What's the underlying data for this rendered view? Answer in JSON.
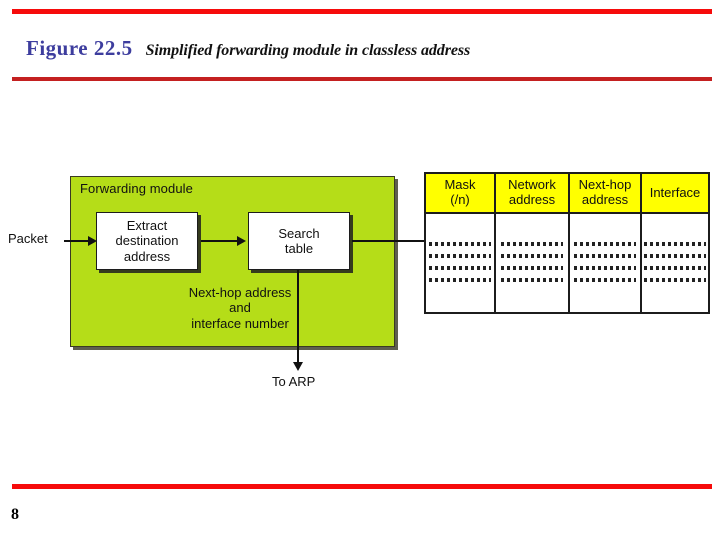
{
  "slide": {
    "page_number": "8",
    "title": {
      "figure_label": "Figure 22.5",
      "caption": "Simplified forwarding module in classless address"
    },
    "colors": {
      "rule_top": "#f60b0b",
      "rule_mid": "#c42020",
      "rule_bottom": "#f60b0b",
      "figure_label": "#3d3d9e",
      "module_fill": "#b5dd18",
      "table_header_fill": "#ffff00"
    }
  },
  "diagram": {
    "module": {
      "title": "Forwarding module",
      "boxes": [
        {
          "id": "extract",
          "lines": [
            "Extract",
            "destination",
            "address"
          ]
        },
        {
          "id": "search",
          "lines": [
            "Search",
            "table"
          ]
        }
      ],
      "output_note": [
        "Next-hop address",
        "and",
        "interface number"
      ]
    },
    "labels": {
      "input": "Packet",
      "output": "To ARP"
    },
    "table": {
      "columns": [
        {
          "header_lines": [
            "Mask",
            "(/n)"
          ]
        },
        {
          "header_lines": [
            "Network",
            "address"
          ]
        },
        {
          "header_lines": [
            "Next-hop",
            "address"
          ]
        },
        {
          "header_lines": [
            "Interface"
          ]
        }
      ],
      "row_count": 4,
      "cell_placeholder": "............"
    }
  }
}
